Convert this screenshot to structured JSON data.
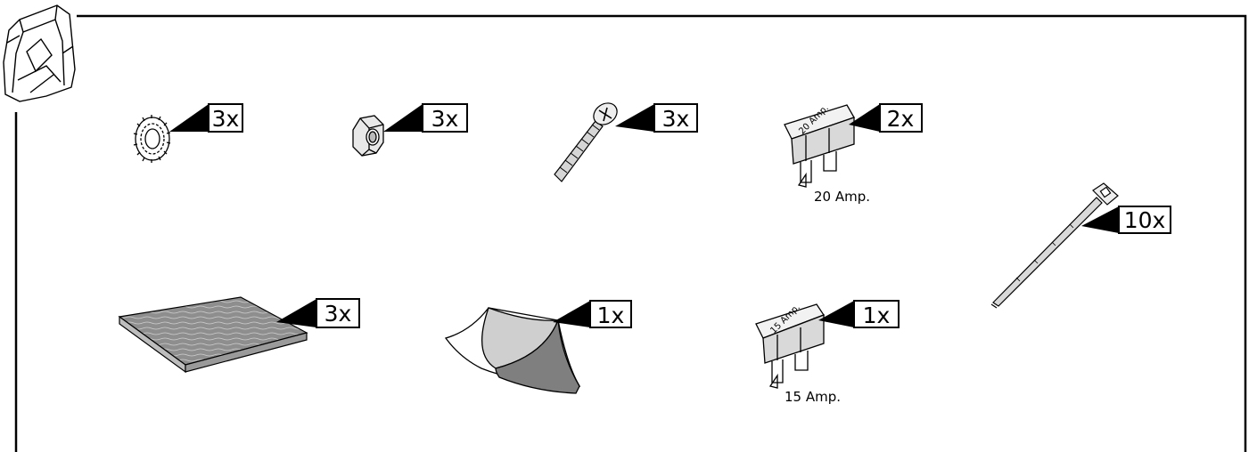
{
  "parts": [
    {
      "name": "washer",
      "qty": "3x"
    },
    {
      "name": "nut",
      "qty": "3x"
    },
    {
      "name": "screw",
      "qty": "3x"
    },
    {
      "name": "fuse-20",
      "qty": "2x",
      "rating": "20 Amp.",
      "print": "20 Amp."
    },
    {
      "name": "cable-tie",
      "qty": "10x"
    },
    {
      "name": "pad",
      "qty": "3x"
    },
    {
      "name": "adhesive-tape",
      "qty": "1x"
    },
    {
      "name": "fuse-15",
      "qty": "1x",
      "rating": "15 Amp.",
      "print": "15 Amp."
    }
  ]
}
